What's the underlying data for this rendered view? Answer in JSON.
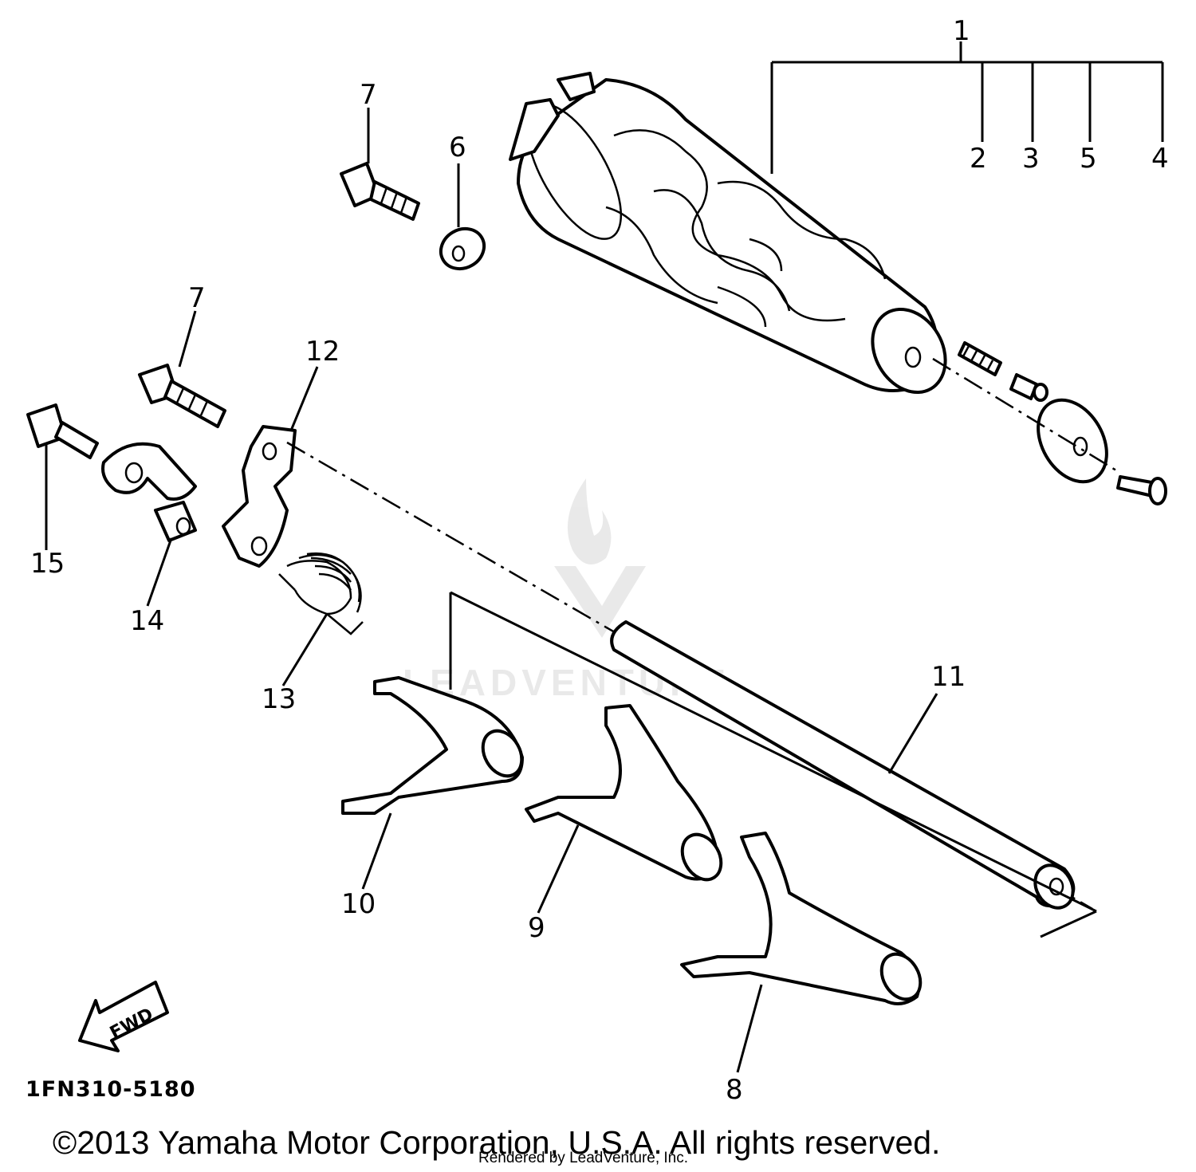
{
  "diagram": {
    "part_labels": {
      "p1": "1",
      "p2": "2",
      "p3": "3",
      "p4": "4",
      "p5": "5",
      "p6": "6",
      "p7a": "7",
      "p7b": "7",
      "p8": "8",
      "p9": "9",
      "p10": "10",
      "p11": "11",
      "p12": "12",
      "p13": "13",
      "p14": "14",
      "p15": "15"
    },
    "diagram_code": "1FN310-5180",
    "fwd_arrow_text": "FWD",
    "watermark": "LEADVENTURE",
    "copyright": "©2013 Yamaha Motor Corporation, U.S.A. All rights reserved.",
    "rendered_by": "Rendered by LeadVenture, Inc."
  }
}
